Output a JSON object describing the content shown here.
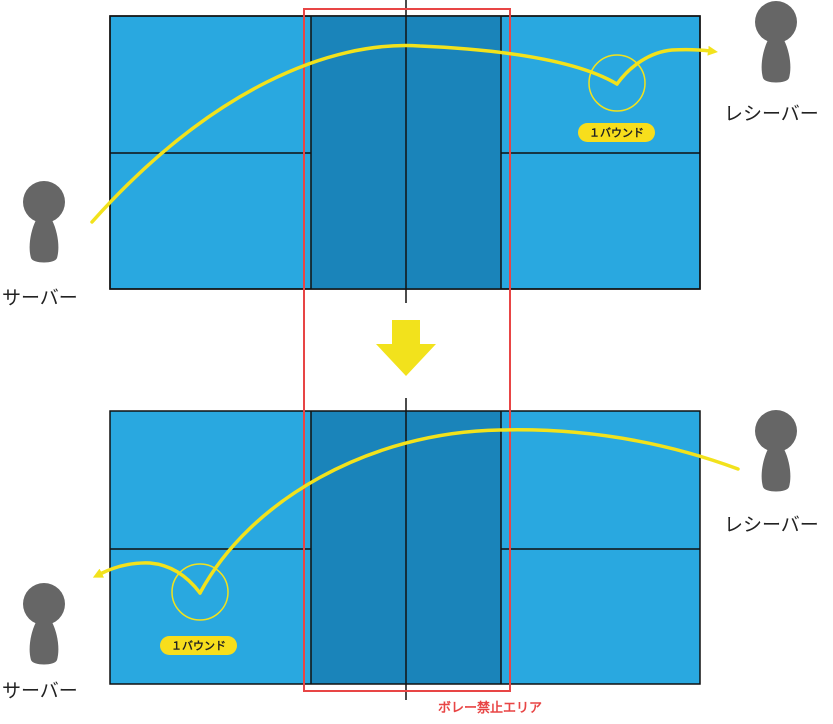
{
  "colors": {
    "court": "#29a8e0",
    "kitchen": "#1a84ba",
    "line": "#111111",
    "ball_path": "#f2e21c",
    "badge": "#f7de1c",
    "zone_outline": "#e84545",
    "person": "#666666"
  },
  "labels": {
    "top_server": "サーバー",
    "top_receiver": "レシーバー",
    "bottom_server": "サーバー",
    "bottom_receiver": "レシーバー",
    "top_bounce": "１バウンド",
    "bottom_bounce": "１バウンド",
    "no_volley_zone": "ボレー禁止エリア"
  },
  "icons": {
    "transition": "arrow-down-icon",
    "person": "person-icon"
  }
}
